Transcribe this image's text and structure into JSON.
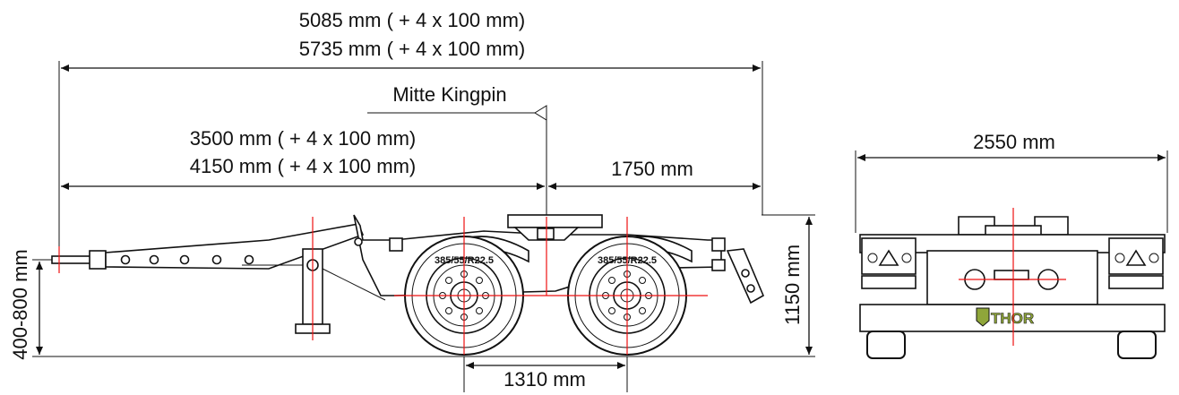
{
  "dimensions": {
    "overall_length_1": "5085 mm ( + 4 x 100 mm)",
    "overall_length_2": "5735 mm ( + 4 x 100 mm)",
    "kingpin_label": "Mitte Kingpin",
    "kingpin_distance_1": "3500 mm ( + 4 x 100 mm)",
    "kingpin_distance_2": "4150 mm ( + 4 x 100 mm)",
    "rear_overhang": "1750 mm",
    "width": "2550 mm",
    "height": "1150 mm",
    "drawbar_height": "400-800 mm",
    "axle_spacing": "1310 mm"
  },
  "tire_marking": "385/55/R22.5",
  "brand_logo": "THOR",
  "colors": {
    "line": "#111111",
    "centerline": "#e11111",
    "logo_fill": "#8fa63a"
  }
}
